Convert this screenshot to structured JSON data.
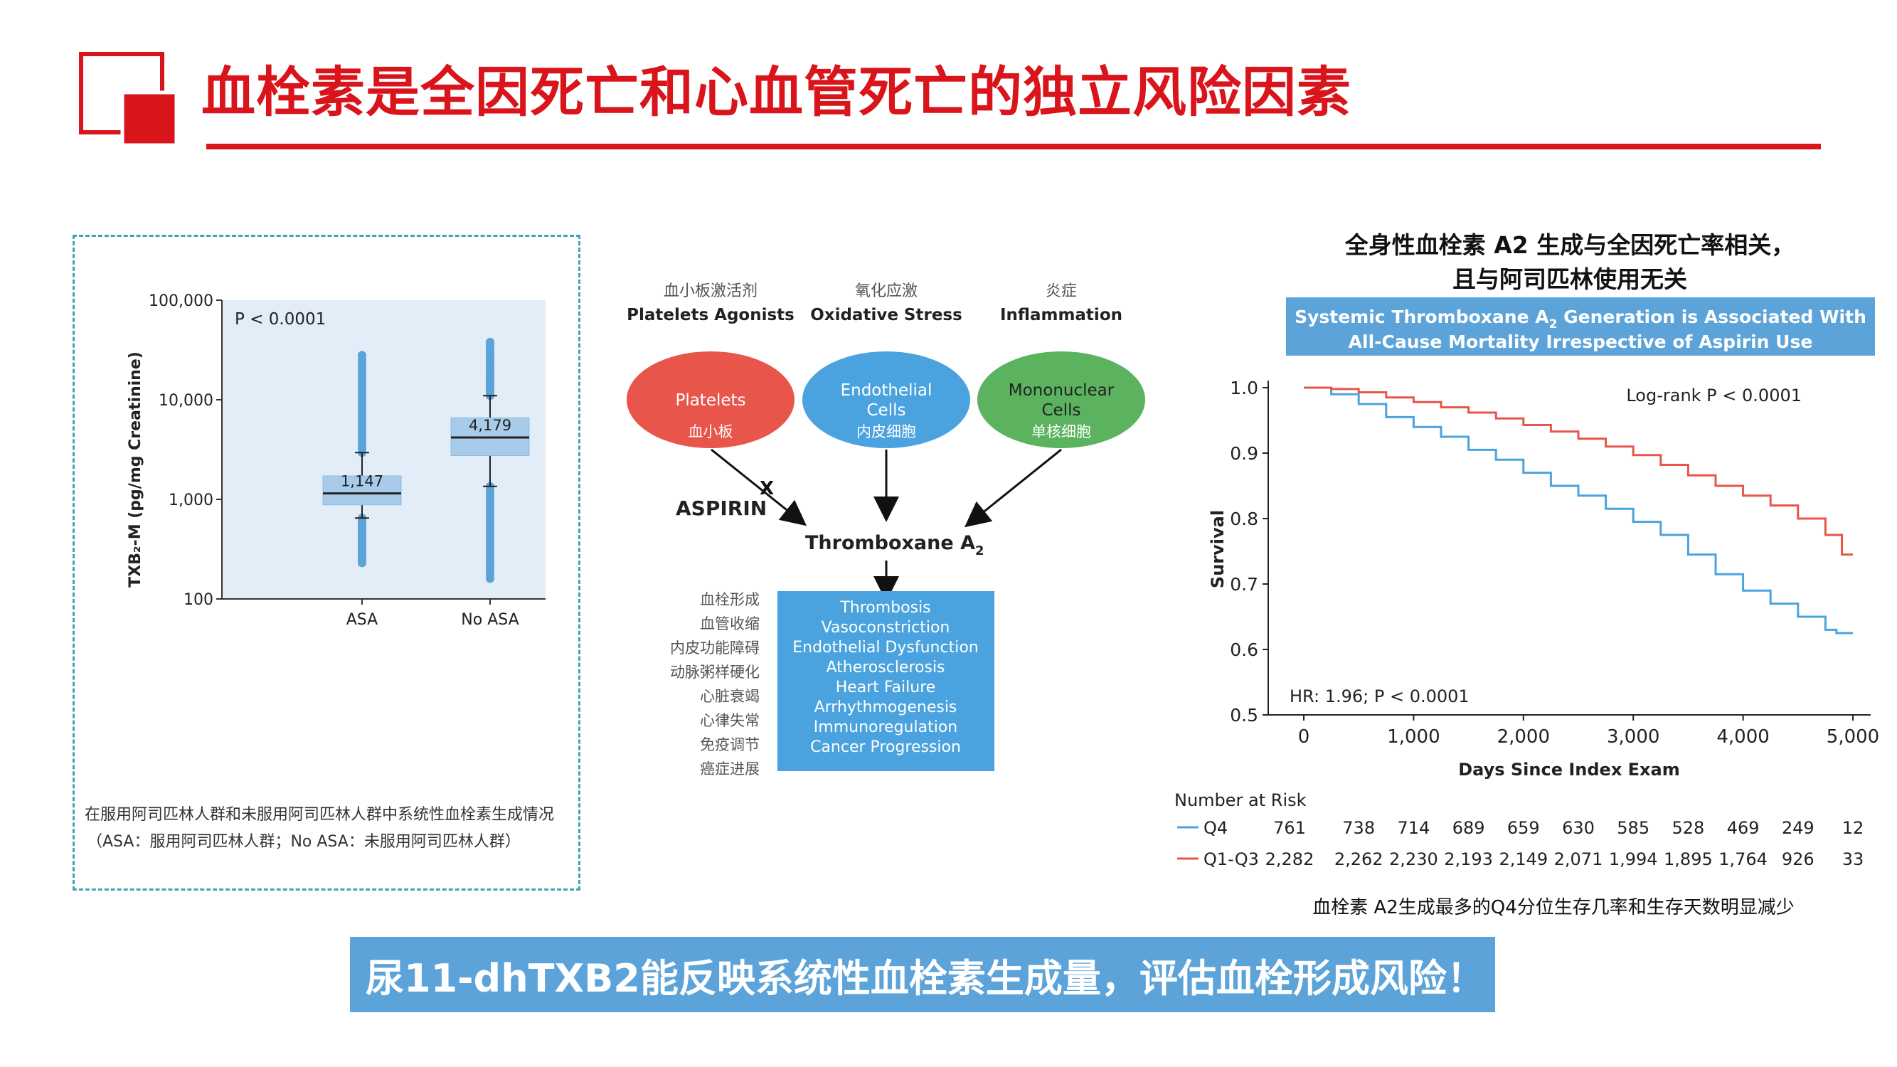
{
  "slide": {
    "title": "血栓素是全因死亡和心血管死亡的独立风险因素",
    "bottom_banner": "尿11-dhTXB2能反映系统性血栓素生成量，评估血栓形成风险！"
  },
  "colors": {
    "accent_red": "#d9141b",
    "blue": "#5ba3d9",
    "box_fill": "#a7cbe9",
    "plot_bg": "#e3edf8"
  },
  "boxplot": {
    "y_label": "TXB₂-M (pg/mg Creatinine)",
    "p_value": "P < 0.0001",
    "y_ticks": [
      "100,000",
      "10,000",
      "1,000",
      "100"
    ],
    "groups": [
      {
        "label": "ASA",
        "median_label": "1,147",
        "median": 1147,
        "q1": 880,
        "q3": 1720,
        "whisker_low": 650,
        "whisker_high": 2950,
        "min": 230,
        "max": 28000
      },
      {
        "label": "No ASA",
        "median_label": "4,179",
        "median": 4179,
        "q1": 2750,
        "q3": 6600,
        "whisker_low": 1350,
        "whisker_high": 11000,
        "min": 160,
        "max": 38000
      }
    ],
    "caption_line1": "在服用阿司匹林人群和未服用阿司匹林人群中系统性血栓素生成情况",
    "caption_line2": "（ASA：服用阿司匹林人群；No ASA：未服用阿司匹林人群）"
  },
  "pathway": {
    "sources": [
      {
        "cn_top": "血小板激活剂",
        "en": "Platelets Agonists",
        "cell_en": "Platelets",
        "cell_cn": "血小板",
        "color": "#e8554a"
      },
      {
        "cn_top": "氧化应激",
        "en": "Oxidative Stress",
        "cell_en1": "Endothelial",
        "cell_en2": "Cells",
        "cell_cn": "内皮细胞",
        "color": "#4aa3df"
      },
      {
        "cn_top": "炎症",
        "en": "Inflammation",
        "cell_en1": "Mononuclear",
        "cell_en2": "Cells",
        "cell_cn": "单核细胞",
        "color": "#5bb35f"
      }
    ],
    "aspirin": "ASPIRIN",
    "block_mark": "X",
    "thromboxane": "Thromboxane A",
    "thromboxane_sub": "2",
    "effects_en": [
      "Thrombosis",
      "Vasoconstriction",
      "Endothelial Dysfunction",
      "Atherosclerosis",
      "Heart Failure",
      "Arrhythmogenesis",
      "Immunoregulation",
      "Cancer Progression"
    ],
    "effects_cn": [
      "血栓形成",
      "血管收缩",
      "内皮功能障碍",
      "动脉粥样硬化",
      "心脏衰竭",
      "心律失常",
      "免疫调节",
      "癌症进展"
    ]
  },
  "km": {
    "heading_line1": "全身性血栓素 A2 生成与全因死亡率相关，",
    "heading_line2": "且与阿司匹林使用无关",
    "banner_line1": "Systemic Thromboxane A",
    "banner_sub": "2",
    "banner_line1_end": " Generation is Associated With",
    "banner_line2": "All-Cause Mortality Irrespective of Aspirin Use",
    "log_rank": "Log-rank P < 0.0001",
    "hr": "HR: 1.96; P < 0.0001",
    "xlabel": "Days Since Index Exam",
    "ylabel": "Survival",
    "y_ticks": [
      "1.0",
      "0.9",
      "0.8",
      "0.7",
      "0.6",
      "0.5"
    ],
    "x_ticks": [
      "0",
      "1,000",
      "2,000",
      "3,000",
      "4,000",
      "5,000"
    ],
    "number_at_risk_label": "Number at Risk",
    "risk_rows": [
      {
        "name": "Q4",
        "color": "#4aa3df",
        "values": [
          "761",
          "738",
          "714",
          "689",
          "659",
          "630",
          "585",
          "528",
          "469",
          "249",
          "12"
        ]
      },
      {
        "name": "Q1-Q3",
        "color": "#e8554a",
        "values": [
          "2,282",
          "2,262",
          "2,230",
          "2,193",
          "2,149",
          "2,071",
          "1,994",
          "1,895",
          "1,764",
          "926",
          "33"
        ]
      }
    ],
    "caption": "血栓素 A2生成最多的Q4分位生存几率和生存天数明显减少"
  },
  "chart_data": {
    "type": "line",
    "title": "Systemic Thromboxane A2 Generation is Associated With All-Cause Mortality Irrespective of Aspirin Use",
    "xlabel": "Days Since Index Exam",
    "ylabel": "Survival",
    "xlim": [
      0,
      5000
    ],
    "ylim": [
      0.5,
      1.0
    ],
    "series": [
      {
        "name": "Q4",
        "color": "#4aa3df",
        "x": [
          0,
          250,
          500,
          750,
          1000,
          1250,
          1500,
          1750,
          2000,
          2250,
          2500,
          2750,
          3000,
          3250,
          3500,
          3750,
          4000,
          4250,
          4500,
          4750,
          4850,
          5000
        ],
        "y": [
          1.0,
          0.99,
          0.975,
          0.955,
          0.94,
          0.925,
          0.905,
          0.89,
          0.87,
          0.85,
          0.835,
          0.815,
          0.795,
          0.775,
          0.745,
          0.715,
          0.69,
          0.67,
          0.65,
          0.63,
          0.625,
          0.625
        ]
      },
      {
        "name": "Q1-Q3",
        "color": "#e8554a",
        "x": [
          0,
          250,
          500,
          750,
          1000,
          1250,
          1500,
          1750,
          2000,
          2250,
          2500,
          2750,
          3000,
          3250,
          3500,
          3750,
          4000,
          4250,
          4500,
          4750,
          4900,
          5000
        ],
        "y": [
          1.0,
          0.998,
          0.993,
          0.985,
          0.978,
          0.97,
          0.962,
          0.953,
          0.943,
          0.933,
          0.922,
          0.91,
          0.897,
          0.882,
          0.866,
          0.85,
          0.835,
          0.82,
          0.8,
          0.775,
          0.745,
          0.745
        ]
      }
    ]
  }
}
